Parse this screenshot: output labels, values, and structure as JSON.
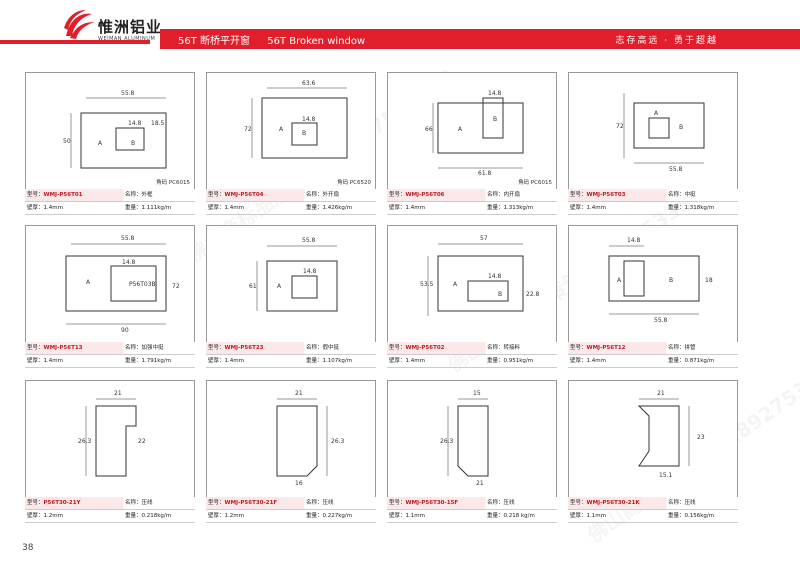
{
  "brand": {
    "name_cn": "惟洲铝业",
    "name_en": "WEIMAN ALUMINUM"
  },
  "header": {
    "title_cn": "56T 断桥平开窗",
    "title_en": "56T Broken window",
    "slogan": "志存高远 · 勇于超越"
  },
  "watermark": "佛山商标品牌策划 18927533800",
  "page_number": "38",
  "labels": {
    "model": "型号：",
    "name": "名称：",
    "thickness": "壁厚：",
    "weight": "重量："
  },
  "profiles": [
    {
      "model": "WMJ-P56T01",
      "name": "外框",
      "thickness": "1.4mm",
      "weight": "1.111kg/m",
      "note": "角码 PC6015",
      "dims": [
        "55.8",
        "50",
        "14.8",
        "18.5",
        "A",
        "B"
      ]
    },
    {
      "model": "WMJ-P56T04",
      "name": "外开扇",
      "thickness": "1.4mm",
      "weight": "1.426kg/m",
      "note": "角码 PC6520",
      "dims": [
        "63.6",
        "72",
        "14.8",
        "A",
        "B"
      ]
    },
    {
      "model": "WMJ-P56T06",
      "name": "内开扇",
      "thickness": "1.4mm",
      "weight": "1.313kg/m",
      "note": "角码 PC6015",
      "dims": [
        "66",
        "61.8",
        "14.8",
        "A",
        "B"
      ]
    },
    {
      "model": "WMJ-P56T03",
      "name": "中挺",
      "thickness": "1.4mm",
      "weight": "1.318kg/m",
      "note": "",
      "dims": [
        "72",
        "55.8",
        "A",
        "B"
      ]
    },
    {
      "model": "WMJ-P56T13",
      "name": "加强中挺",
      "thickness": "1.4mm",
      "weight": "1.791kg/m",
      "note": "",
      "dims": [
        "55.8",
        "72",
        "90",
        "14.8",
        "P56T03B",
        "A"
      ]
    },
    {
      "model": "WMJ-P56T23",
      "name": "假中挺",
      "thickness": "1.4mm",
      "weight": "1.107kg/m",
      "note": "",
      "dims": [
        "55.8",
        "61",
        "14.8",
        "A"
      ]
    },
    {
      "model": "WMJ-P56T02",
      "name": "转接料",
      "thickness": "1.4mm",
      "weight": "0.951kg/m",
      "note": "",
      "dims": [
        "57",
        "53.5",
        "14.8",
        "22.8",
        "A",
        "B"
      ]
    },
    {
      "model": "WMJ-P56T12",
      "name": "拼管",
      "thickness": "1.4mm",
      "weight": "0.871kg/m",
      "note": "",
      "dims": [
        "14.8",
        "18",
        "55.8",
        "A",
        "B"
      ]
    },
    {
      "model": "P56T30-21Y",
      "name": "压线",
      "thickness": "1.2mm",
      "weight": "0.218kg/m",
      "note": "",
      "dims": [
        "21",
        "26.3",
        "22"
      ]
    },
    {
      "model": "WMJ-P56T30-21F",
      "name": "压线",
      "thickness": "1.2mm",
      "weight": "0.227kg/m",
      "note": "",
      "dims": [
        "21",
        "26.3",
        "16"
      ]
    },
    {
      "model": "WMJ-P56T30-15F",
      "name": "压线",
      "thickness": "1.1mm",
      "weight": "0.218 kg/m",
      "note": "",
      "dims": [
        "15",
        "26.3",
        "21"
      ]
    },
    {
      "model": "WMJ-P56T30-21K",
      "name": "压线",
      "thickness": "1.1mm",
      "weight": "0.156kg/m",
      "note": "",
      "dims": [
        "21",
        "23",
        "15.1"
      ]
    }
  ],
  "colors": {
    "accent": "#e11f2a",
    "model_text": "#c4151c"
  }
}
